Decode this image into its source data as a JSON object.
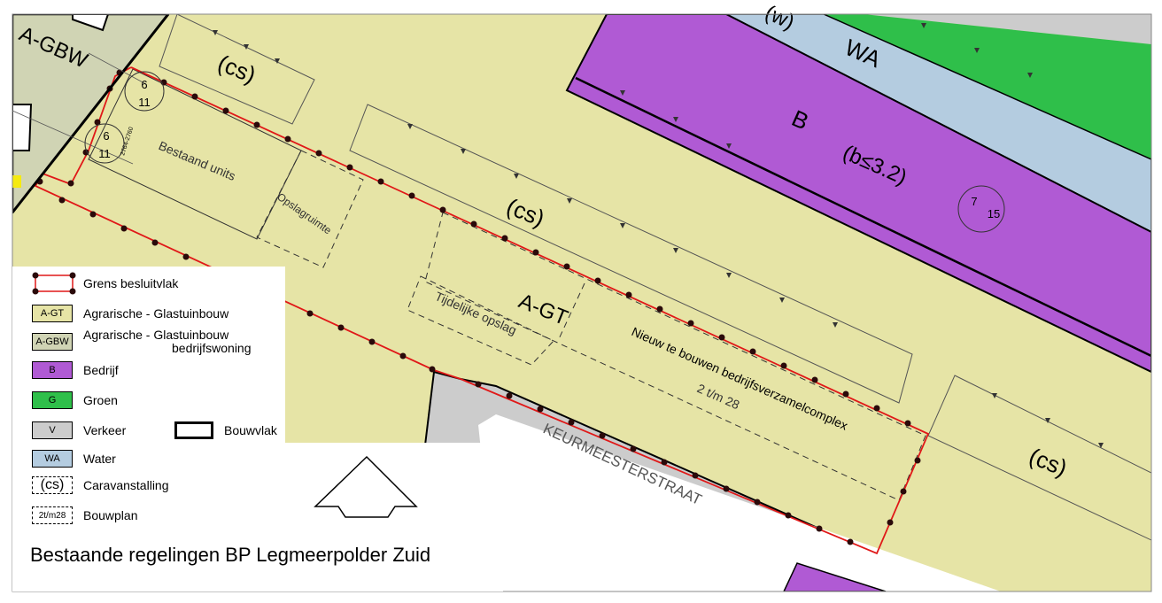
{
  "map": {
    "zones": {
      "agt_main": "A-GT",
      "agbw": "A-GBW",
      "bedrijf": "B",
      "bedrijf_note": "(b≤3.2)",
      "water": "WA",
      "groen_partial": "(w)"
    },
    "caravan_labels": [
      "(cs)",
      "(cs)",
      "(cs)"
    ],
    "buildings": {
      "existing_units": "Bestaand units",
      "storage": "Opslagruimte",
      "temp_storage": "Tijdelijke opslag",
      "new_complex": "Nieuw te bouwen bedrijfsverzamelcomplex",
      "new_complex_count": "2 t/m 28",
      "house_numbers": "2764-2760"
    },
    "height_markers": [
      {
        "top": "6",
        "bottom": "11"
      },
      {
        "top": "6",
        "bottom": "11"
      },
      {
        "top": "7",
        "bottom": "15"
      }
    ],
    "street_name": "KEURMEESTERSTRAAT",
    "colors": {
      "agrarisch_glastuinbouw": "#e6e4a6",
      "agrarisch_glastuinbouw_woning": "#d0d4b4",
      "bedrijf": "#b05ad4",
      "groen": "#2fbf4a",
      "verkeer": "#cccccc",
      "water": "#b4cce0",
      "grens": "#e01818"
    }
  },
  "legend": {
    "items": [
      {
        "code": "",
        "label": "Grens besluitvlak"
      },
      {
        "code": "A-GT",
        "label": "Agrarische - Glastuinbouw"
      },
      {
        "code": "A-GBW",
        "label": "Agrarische - Glastuinbouw",
        "label2": "bedrijfswoning"
      },
      {
        "code": "B",
        "label": "Bedrijf"
      },
      {
        "code": "G",
        "label": "Groen"
      },
      {
        "code": "V",
        "label": "Verkeer"
      },
      {
        "code": "WA",
        "label": "Water"
      },
      {
        "code": "(cs)",
        "label": "Caravanstalling"
      },
      {
        "code": "2t/m28",
        "label": "Bouwplan"
      }
    ],
    "bouwvlak_label": "Bouwvlak",
    "title": "Bestaande regelingen BP Legmeerpolder Zuid"
  }
}
